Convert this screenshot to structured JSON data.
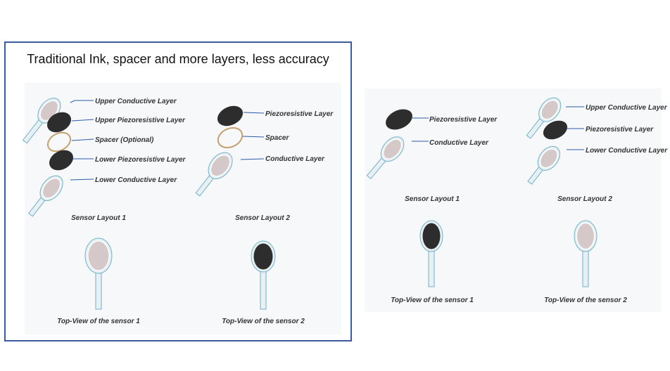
{
  "left_title": "Traditional Ink, spacer and more layers, less accuracy",
  "left": {
    "layout1_labels": [
      "Upper Conductive Layer",
      "Upper Piezoresistive Layer",
      "Spacer (Optional)",
      "Lower Piezoresistive Layer",
      "Lower Conductive Layer"
    ],
    "layout2_labels": [
      "Piezoresistive Layer",
      "Spacer",
      "Conductive Layer"
    ],
    "layout1_caption": "Sensor Layout 1",
    "layout2_caption": "Sensor Layout 2",
    "top1_caption": "Top-View of the sensor 1",
    "top2_caption": "Top-View of the sensor 2"
  },
  "right": {
    "layout1_labels": [
      "Piezoresistive Layer",
      "Conductive Layer"
    ],
    "layout2_labels": [
      "Upper Conductive Layer",
      "Piezoresistive Layer",
      "Lower Conductive Layer"
    ],
    "layout1_caption": "Sensor Layout 1",
    "layout2_caption": "Sensor Layout 2",
    "top1_caption": "Top-View of the sensor 1",
    "top2_caption": "Top-View of the sensor 2"
  },
  "colors": {
    "frame_border": "#3b5aa0",
    "conductive": "#d4c8c8",
    "piezoresistive": "#2d2d2d",
    "spacer": "#c6a06e",
    "leader": "#2b5aa8"
  }
}
